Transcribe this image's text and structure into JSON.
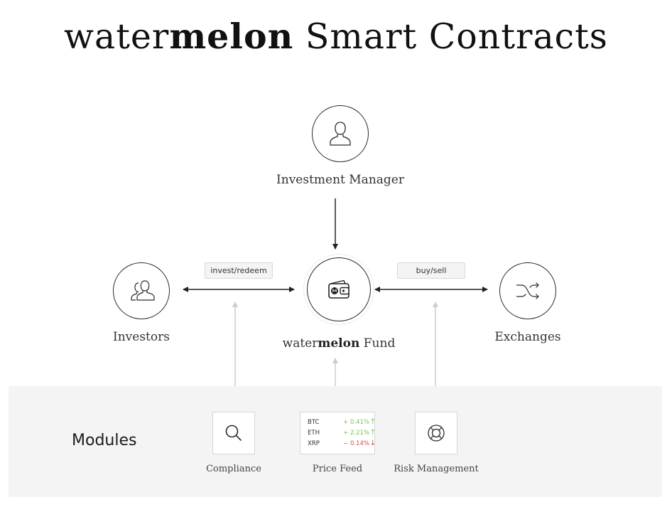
{
  "title": {
    "light": "water",
    "bold": "melon",
    "rest": " Smart Contracts"
  },
  "nodes": {
    "manager": {
      "label": "Investment Manager",
      "icon": "person-icon"
    },
    "investors": {
      "label": "Investors",
      "icon": "group-icon"
    },
    "fund": {
      "label_light": "water",
      "label_bold": "melon",
      "label_rest": " Fund",
      "icon": "wallet-icon"
    },
    "exchanges": {
      "label": "Exchanges",
      "icon": "shuffle-icon"
    }
  },
  "edges": {
    "invest": {
      "label": "invest/redeem"
    },
    "trade": {
      "label": "buy/sell"
    }
  },
  "modules": {
    "title": "Modules",
    "compliance": {
      "label": "Compliance",
      "icon": "magnifier-icon"
    },
    "price_feed": {
      "label": "Price Feed",
      "rows": [
        {
          "symbol": "BTC",
          "change": "+ 0.41%",
          "arrow": "↑",
          "direction": "up"
        },
        {
          "symbol": "ETH",
          "change": "+ 2.21%",
          "arrow": "↑",
          "direction": "up"
        },
        {
          "symbol": "XRP",
          "change": "− 0.14%",
          "arrow": "↓",
          "direction": "down"
        }
      ]
    },
    "risk": {
      "label": "Risk Management",
      "icon": "lifebuoy-icon"
    }
  },
  "colors": {
    "stroke": "#222222",
    "light_arrow": "#cccccc",
    "band": "#f4f4f4",
    "up": "#7cc34b",
    "down": "#d64b4b"
  }
}
